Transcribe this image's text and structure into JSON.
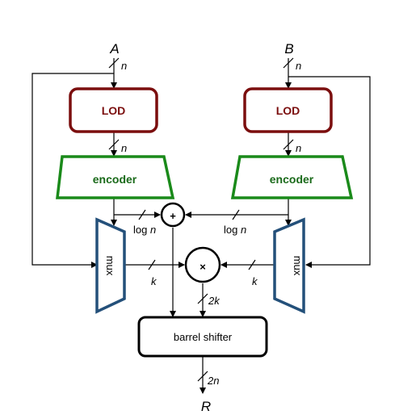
{
  "inputs": {
    "a": "A",
    "b": "B"
  },
  "output": "R",
  "blocks": {
    "lod_left": "LOD",
    "lod_right": "LOD",
    "encoder_left": "encoder",
    "encoder_right": "encoder",
    "mux_left": "mux",
    "mux_right": "mux",
    "adder": "+",
    "multiplier": "×",
    "barrel_shifter": "barrel shifter"
  },
  "buses": {
    "a_in": "n",
    "lod_left_out": "n",
    "b_in": "n",
    "lod_right_out": "n",
    "enc_left_out": "log n",
    "enc_right_out": "log n",
    "mux_left_out": "k",
    "mux_right_out": "k",
    "mult_out": "2k",
    "shifter_out": "2n"
  },
  "colors": {
    "lod": "#7b0e0e",
    "encoder": "#1a8a1a",
    "mux": "#24507a",
    "wire": "#000000"
  }
}
